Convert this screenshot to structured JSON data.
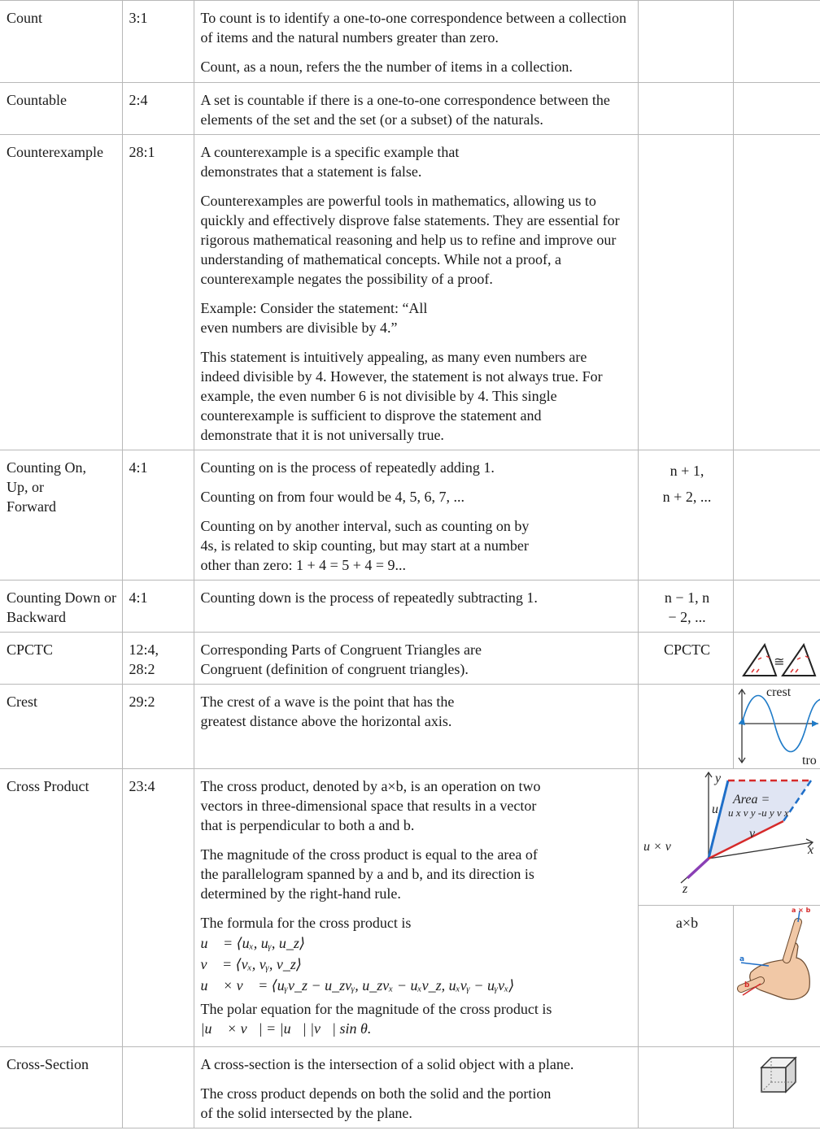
{
  "rows": [
    {
      "term": "Count",
      "ref": "3:1",
      "def": [
        "To count is to identify a one-to-one correspondence between a collection of items and the natural numbers greater than zero.",
        "Count, as a noun, refers the the number of items in a collection."
      ]
    },
    {
      "term": "Countable",
      "ref": "2:4",
      "def": [
        "A set is countable if there is a one-to-one correspondence between the elements of the set and the set (or a subset) of the naturals."
      ]
    },
    {
      "term": "Counterexample",
      "ref": "28:1",
      "def": [
        "A counterexample is a specific example that demonstrates that a statement is false.",
        "Counterexamples are powerful tools in mathematics, allowing us to quickly and effectively disprove false statements. They are essential for rigorous mathematical reasoning and help us to refine and improve our understanding of mathematical concepts. While not a proof, a counterexample negates the possibility of a proof.",
        "Example: Consider the statement: “All even numbers are divisible by 4.”",
        "This statement is intuitively appealing, as many even numbers are indeed divisible by 4. However, the statement is not always true. For example, the even number 6 is not divisible by 4. This single counterexample is sufficient to disprove the statement and demonstrate that it is not universally true."
      ]
    },
    {
      "term": "Counting On, Up, or Forward",
      "ref": "4:1",
      "def": [
        "Counting on is the process of repeatedly adding 1.",
        "Counting on from four would be 4, 5, 6, 7, ...",
        "Counting on by another interval, such as counting on by 4s, is related to skip counting, but may start at a number other than zero: 1 + 4 = 5 + 4 = 9..."
      ],
      "note": [
        "n + 1,",
        "n + 2, ..."
      ]
    },
    {
      "term": "Counting Down or Backward",
      "ref": "4:1",
      "def": [
        "Counting down is the process of repeatedly subtracting 1."
      ],
      "note": [
        "n − 1, n",
        "− 2, ..."
      ]
    },
    {
      "term": "CPCTC",
      "ref": "12:4, 28:2",
      "def": [
        "Corresponding Parts of Congruent Triangles are Congruent (definition of congruent triangles)."
      ],
      "note": [
        "CPCTC"
      ],
      "figure_text": "≅"
    },
    {
      "term": "Crest",
      "ref": "29:2",
      "def": [
        "The crest of a wave is the point that has the greatest distance above the horizontal axis."
      ],
      "figure_labels": {
        "crest": "crest",
        "trough": "tro"
      }
    },
    {
      "term": "Cross Product",
      "ref": "23:4",
      "def": [
        "The cross product, denoted by a×b, is an operation on two vectors in three-dimensional space that results in a vector that is perpendicular to both a and b.",
        "The magnitude of the cross product is equal to the area of the parallelogram spanned by a and b, and its direction is determined by the right-hand rule."
      ],
      "formula_intro": "The formula for the cross product is",
      "formula_lines": [
        "u⃗ = ⟨uₓ, uᵧ, u_z⟩",
        "v⃗ = ⟨vₓ, vᵧ, v_z⟩",
        "u⃗ × v⃗ = ⟨uᵧv_z − u_zvᵧ, u_zvₓ − uₓv_z, uₓvᵧ − uᵧvₓ⟩"
      ],
      "polar_intro": "The polar equation for the magnitude of the cross product is",
      "polar_formula": "|u⃗ × v⃗| = |u⃗| |v⃗| sin θ.",
      "note_bottom": "a×b",
      "figure_vec": {
        "axis_y": "y",
        "axis_x": "x",
        "axis_z": "z",
        "u": "u",
        "v": "v",
        "uxv": "u × v",
        "area": "Area =",
        "area_formula": "u x v y -u y v x"
      },
      "figure_hand": {
        "top": "a × b",
        "a": "a",
        "b": "b"
      }
    },
    {
      "term": "Cross-Section",
      "ref": "",
      "def": [
        "A cross-section is the intersection of a solid object with a plane.",
        "The cross product depends on both the solid and the portion of the solid intersected by the plane."
      ]
    }
  ]
}
